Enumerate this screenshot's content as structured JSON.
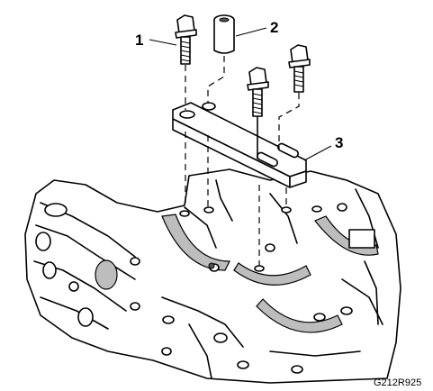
{
  "figure": {
    "code": "G212R925",
    "callouts": [
      {
        "id": "1",
        "label": "1"
      },
      {
        "id": "2",
        "label": "2"
      },
      {
        "id": "3",
        "label": "3"
      }
    ]
  },
  "colors": {
    "ink": "#000000",
    "paper": "#ffffff",
    "shade": "#bdbdbd"
  }
}
